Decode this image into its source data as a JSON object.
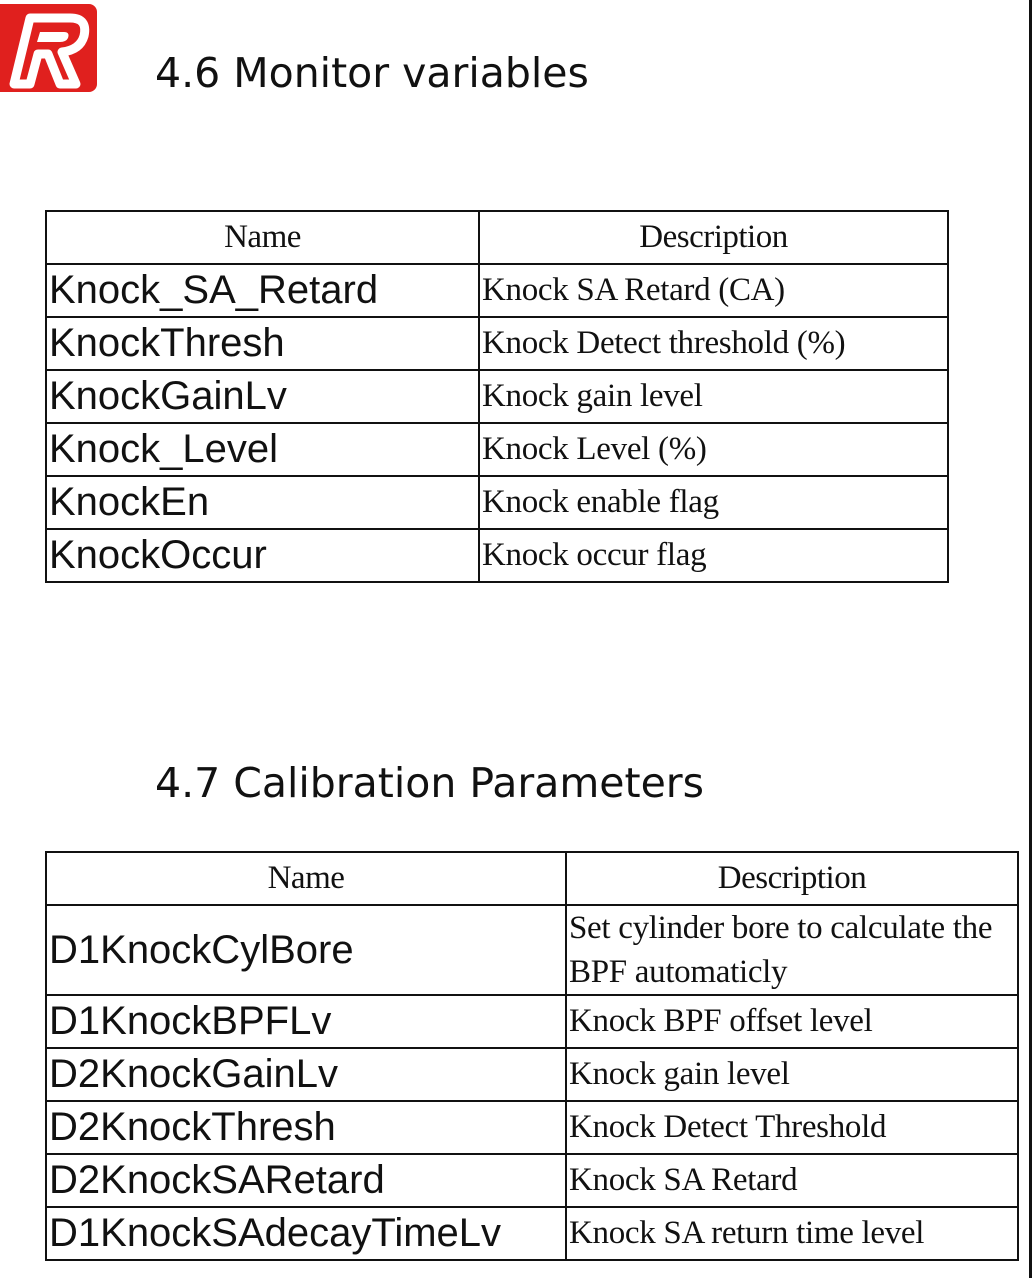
{
  "sections": [
    {
      "title": "4.6 Monitor variables",
      "columns": [
        "Name",
        "Description"
      ],
      "rows": [
        {
          "name": "Knock_SA_Retard",
          "description": "Knock SA Retard (CA)"
        },
        {
          "name": "KnockThresh",
          "description": "Knock Detect threshold (%)"
        },
        {
          "name": "KnockGainLv",
          "description": "Knock gain level"
        },
        {
          "name": "Knock_Level",
          "description": "Knock Level (%)"
        },
        {
          "name": "KnockEn",
          "description": "Knock enable flag"
        },
        {
          "name": "KnockOccur",
          "description": "Knock occur flag"
        }
      ]
    },
    {
      "title": "4.7 Calibration Parameters",
      "columns": [
        "Name",
        "Description"
      ],
      "rows": [
        {
          "name": "D1KnockCylBore",
          "description": "Set cylinder bore to calculate the BPF automaticly"
        },
        {
          "name": "D1KnockBPFLv",
          "description": "Knock BPF offset level"
        },
        {
          "name": "D2KnockGainLv",
          "description": "Knock gain level"
        },
        {
          "name": "D2KnockThresh",
          "description": "Knock Detect Threshold"
        },
        {
          "name": "D2KnockSARetard",
          "description": "Knock SA Retard"
        },
        {
          "name": "D1KnockSAdecayTimeLv",
          "description": "Knock SA return time level"
        }
      ]
    }
  ],
  "colors": {
    "logo_background": "#e0201e",
    "logo_mark": "#ffffff",
    "text": "#111111",
    "rule": "#111111"
  },
  "icons": {
    "logo": "brand-r-logo-icon"
  }
}
